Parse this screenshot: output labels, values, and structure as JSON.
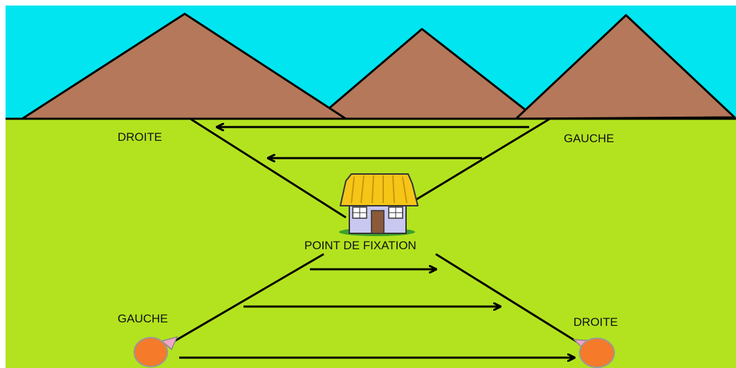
{
  "labels": {
    "top_left": "DROITE",
    "top_right": "GAUCHE",
    "center": "POINT DE FIXATION",
    "bottom_left": "GAUCHE",
    "bottom_right": "DROITE"
  },
  "colors": {
    "sky": "#00e5f0",
    "grass": "#b3e31f",
    "mountain": "#b5785a",
    "line": "#000000",
    "ball": "#f57a2a",
    "roof": "#f5c518",
    "wall": "#c8c8f0",
    "door": "#8a5a3a"
  },
  "icons": {
    "house": "house-icon",
    "ball_left": "ball-icon",
    "ball_right": "ball-icon"
  }
}
